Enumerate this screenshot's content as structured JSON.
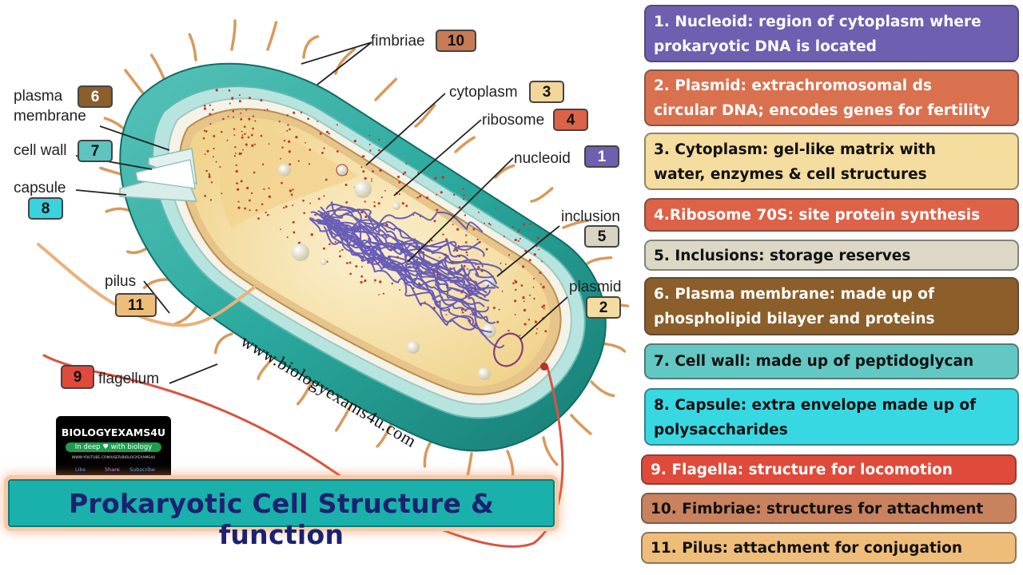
{
  "title": "Prokaryotic Cell Structure & function",
  "watermark": "www.biologyexams4u.com",
  "logo": {
    "brand": "BIOLOGYEXAMS4U",
    "tagline": "In deep ♥ with biology",
    "url": "WWW.YOUTUBE.COM/USER/BIOLOGYEXAMS4U",
    "actions": [
      "Like",
      "Share",
      "Subscribe"
    ]
  },
  "labels": {
    "fimbriae": {
      "text": "fimbriae",
      "num": "10",
      "color": "#c87a55"
    },
    "plasma_membrane": {
      "text1": "plasma",
      "text2": "membrane",
      "num": "6",
      "color": "#8b5e2a"
    },
    "cell_wall": {
      "text": "cell wall",
      "num": "7",
      "color": "#5fc3c0"
    },
    "capsule": {
      "text": "capsule",
      "num": "8",
      "color": "#38d3dd"
    },
    "cytoplasm": {
      "text": "cytoplasm",
      "num": "3",
      "color": "#f2d69a"
    },
    "ribosome": {
      "text": "ribosome",
      "num": "4",
      "color": "#dd6248"
    },
    "nucleoid": {
      "text": "nucleoid",
      "num": "1",
      "color": "#6f5fb0"
    },
    "inclusion": {
      "text": "inclusion",
      "num": "5",
      "color": "#d8d4c2"
    },
    "plasmid": {
      "text": "plasmid",
      "num": "2",
      "color": "#f3dca0"
    },
    "pilus": {
      "text": "pilus",
      "num": "11",
      "color": "#efbd7a"
    },
    "flagellum": {
      "text": "flagellum",
      "num": "9",
      "color": "#e04a3a"
    }
  },
  "descriptions": [
    {
      "line1": "1. Nucleoid: region of cytoplasm where",
      "line2": "prokaryotic DNA is located",
      "color": "#6f5fb0",
      "text_color": "#ffffff"
    },
    {
      "line1": "2. Plasmid: extrachromosomal ds",
      "line2": "circular DNA; encodes genes for fertility",
      "color": "#d9714f",
      "text_color": "#ffffff"
    },
    {
      "line1": "3. Cytoplasm: gel-like matrix with",
      "line2": "water, enzymes & cell structures",
      "color": "#f5dc9f",
      "text_color": "#111111"
    },
    {
      "line1": "4.Ribosome 70S: site  protein synthesis",
      "line2": "",
      "color": "#dd6248",
      "text_color": "#ffffff"
    },
    {
      "line1": "5. Inclusions: storage reserves",
      "line2": "",
      "color": "#dcd8c5",
      "text_color": "#111111"
    },
    {
      "line1": "6. Plasma membrane: made up of",
      "line2": "phospholipid bilayer and proteins",
      "color": "#8b5e2a",
      "text_color": "#ffffff"
    },
    {
      "line1": "7. Cell wall: made up of peptidoglycan",
      "line2": "",
      "color": "#63c8c3",
      "text_color": "#111111"
    },
    {
      "line1": "8. Capsule: extra envelope made up of",
      "line2": "polysaccharides",
      "color": "#38d8e2",
      "text_color": "#111111"
    },
    {
      "line1": "9. Flagella: structure for locomotion",
      "line2": "",
      "color": "#e04a3a",
      "text_color": "#ffffff"
    },
    {
      "line1": "10. Fimbriae: structures for attachment",
      "line2": "",
      "color": "#c9825e",
      "text_color": "#111111"
    },
    {
      "line1": "11. Pilus: attachment for conjugation",
      "line2": "",
      "color": "#efbd7a",
      "text_color": "#111111"
    }
  ]
}
